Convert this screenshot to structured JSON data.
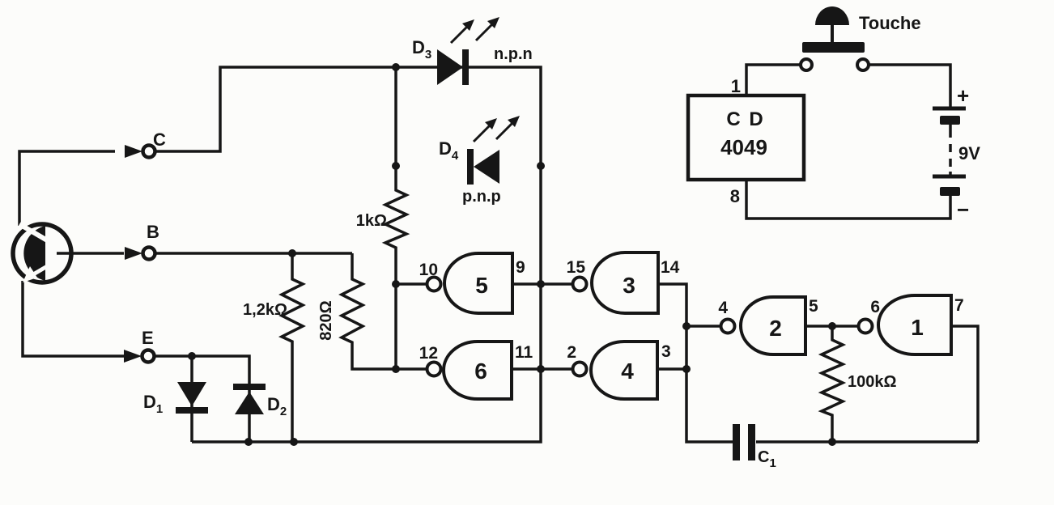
{
  "meta": {
    "description": "Scanned schematic of a transistor tester circuit based on a CD4049 hex inverter"
  },
  "colors": {
    "ink": "#161616",
    "paper": "#fcfcfa"
  },
  "transistor": {
    "label_c": "C",
    "label_b": "B",
    "label_e": "E"
  },
  "leds": {
    "d3": {
      "ref": "D",
      "sub": "3",
      "type": "n.p.n"
    },
    "d4": {
      "ref": "D",
      "sub": "4",
      "type": "p.n.p"
    }
  },
  "diodes": {
    "d1": {
      "ref": "D",
      "sub": "1"
    },
    "d2": {
      "ref": "D",
      "sub": "2"
    }
  },
  "resistors": {
    "r_1k": "1kΩ",
    "r_1k2": "1,2kΩ",
    "r_820": "820Ω",
    "r_100k": "100kΩ"
  },
  "capacitor": {
    "ref": "C",
    "sub": "1"
  },
  "gates": {
    "g5": {
      "num": "5",
      "pin_in": "10",
      "pin_out": "9"
    },
    "g6": {
      "num": "6",
      "pin_in": "12",
      "pin_out": "11"
    },
    "g3": {
      "num": "3",
      "pin_in": "15",
      "pin_out": "14"
    },
    "g4": {
      "num": "4",
      "pin_in": "2",
      "pin_out": "3"
    },
    "g2": {
      "num": "2",
      "pin_in": "4",
      "pin_out": "5"
    },
    "g1": {
      "num": "1",
      "pin_in": "6",
      "pin_out": "7"
    }
  },
  "ic": {
    "name_line1": "C D",
    "name_line2": "4049",
    "pin_top": "1",
    "pin_bottom": "8"
  },
  "button": {
    "label": "Touche"
  },
  "battery": {
    "plus": "+",
    "voltage": "9V",
    "minus": "−"
  }
}
